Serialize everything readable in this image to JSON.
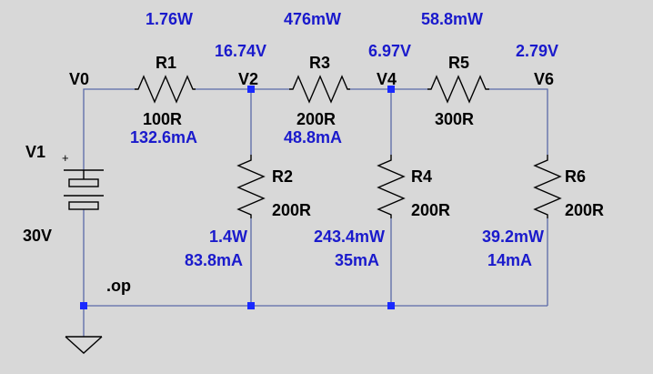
{
  "colors": {
    "background": "#d8d8d8",
    "wire": "#5a6aa8",
    "measurement": "#1a1acc",
    "junction": "#1a2aff"
  },
  "source": {
    "name": "V1",
    "value": "30V",
    "plus": "+"
  },
  "directive": ".op",
  "nodes": {
    "V0": {
      "label": "V0"
    },
    "V2": {
      "label": "V2",
      "voltage": "16.74V"
    },
    "V4": {
      "label": "V4",
      "voltage": "6.97V"
    },
    "V6": {
      "label": "V6",
      "voltage": "2.79V"
    }
  },
  "resistors": {
    "R1": {
      "name": "R1",
      "value": "100R",
      "power": "1.76W",
      "current": "132.6mA"
    },
    "R2": {
      "name": "R2",
      "value": "200R",
      "power": "1.4W",
      "current": "83.8mA"
    },
    "R3": {
      "name": "R3",
      "value": "200R",
      "power": "476mW",
      "current": "48.8mA"
    },
    "R4": {
      "name": "R4",
      "value": "200R",
      "power": "243.4mW",
      "current": "35mA"
    },
    "R5": {
      "name": "R5",
      "value": "300R",
      "power": "58.8mW"
    },
    "R6": {
      "name": "R6",
      "value": "200R",
      "power": "39.2mW",
      "current": "14mA"
    }
  }
}
